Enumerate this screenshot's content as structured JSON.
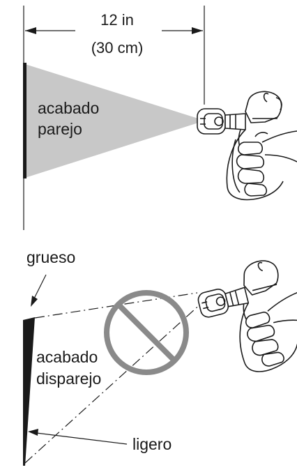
{
  "top_panel": {
    "distance_imperial": "12 in",
    "distance_metric": "(30 cm)",
    "result_line1": "acabado",
    "result_line2": "parejo"
  },
  "bottom_panel": {
    "thick_label": "grueso",
    "result_line1": "acabado",
    "result_line2": "disparejo",
    "thin_label": "ligero",
    "prohibition_icon": "no-symbol-icon"
  },
  "colors": {
    "spray_fill": "#c8c8c8",
    "prohibition_stroke": "#8a8a8a",
    "ink": "#1a1a1a"
  }
}
